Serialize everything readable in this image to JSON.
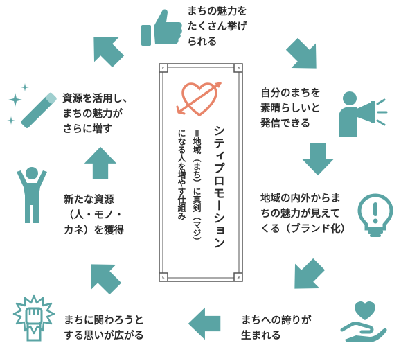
{
  "colors": {
    "teal": "#5aa4a4",
    "coral": "#e8856a",
    "text": "#2a2a2a",
    "frame": "#555555"
  },
  "center": {
    "title": "シティプロモーション",
    "subtitle": "＝地域（まち）に真剣（マジ）",
    "subtitle2": "になる人を増やす仕組み",
    "icon": "heart-arrow-icon"
  },
  "steps": [
    {
      "id": "attract",
      "icon": "thumbs-up-icon",
      "lines": [
        "まちの魅力を",
        "たくさん挙げ",
        "られる"
      ]
    },
    {
      "id": "promote",
      "icon": "megaphone-person-icon",
      "lines": [
        "自分のまちを",
        "素晴らしいと",
        "発信できる"
      ]
    },
    {
      "id": "brand",
      "icon": "lightbulb-exclamation-icon",
      "lines": [
        "地域の内外からま",
        "ちの魅力が見えて",
        "くる（ブランド化）"
      ]
    },
    {
      "id": "pride",
      "icon": "heart-hand-icon",
      "lines": [
        "まちへの誇りが",
        "生まれる"
      ]
    },
    {
      "id": "involve",
      "icon": "raised-fist-icon",
      "lines": [
        "まちに関わろうと",
        "する思いが広がる"
      ]
    },
    {
      "id": "resources",
      "icon": "person-arms-up-icon",
      "lines": [
        "新たな資源",
        "（人・モノ・",
        "カネ）を獲得"
      ]
    },
    {
      "id": "utilize",
      "icon": "magic-wand-icon",
      "lines": [
        "資源を活用し、",
        "まちの魅力が",
        "さらに増す"
      ]
    }
  ]
}
